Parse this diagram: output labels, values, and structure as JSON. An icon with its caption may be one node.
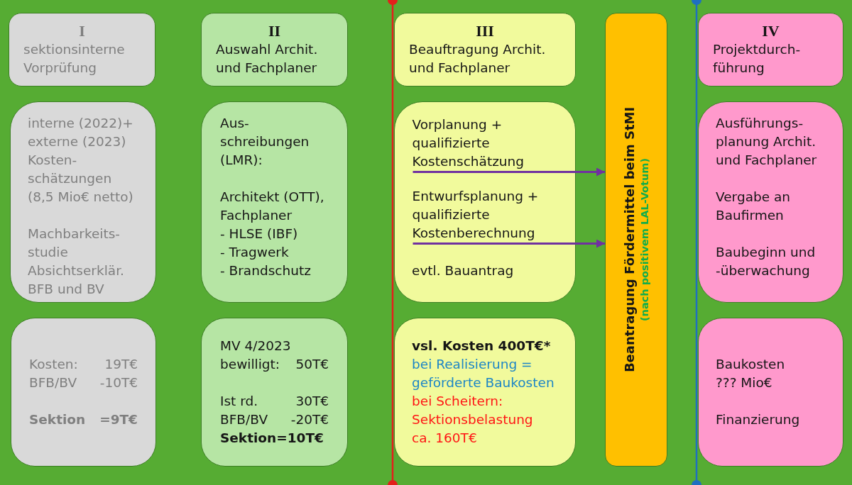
{
  "diagram": {
    "nodes": [
      {
        "text": [
          "I",
          "sektionsinterne Vorprüfung"
        ]
      },
      {
        "text": [
          "II",
          "Auswahl Archit. und Fachplaner"
        ]
      },
      {
        "text": [
          "III",
          "Beauftragung Archit. und Fachplaner"
        ]
      },
      {
        "text": [
          "Beantragung Fördermittel beim StMI",
          "(nach positivem LAL-Votum)"
        ]
      },
      {
        "text": [
          "IV",
          "Projektdurch- führung"
        ]
      },
      {
        "text": [
          "interne (2022)+ externe (2023) Kosten- schätzungen (8,5 Mio€ netto)",
          "Machbarkeits- studie Absichtserklär. BFB und BV"
        ]
      },
      {
        "text": [
          "Aus- schreibungen (LMR):",
          "Architekt (OTT), Fachplaner",
          "- HLSE (IBF)",
          "- Tragwerk",
          "- Brandschutz"
        ]
      },
      {
        "text": [
          "evtl. Bauantrag"
        ]
      },
      {
        "text": [
          "Vorplanung + qualifizierte Kostenschätzung"
        ],
        "in": 7
      },
      {
        "text": [
          "Entwurfsplanung + qualifizierte Kostenberechnung"
        ],
        "in": 7
      },
      {
        "text": [
          "Ausführungs- planung Archit. und Fachplaner",
          "Vergabe an Baufirmen",
          "Baubeginn und -überwachung"
        ]
      },
      {
        "text": [
          "Kosten:",
          "19T€",
          "BFB/BV",
          "-10T€",
          "Sektion",
          "=9T€"
        ]
      },
      {
        "text": [
          "MV 4/2023",
          "bewilligt:",
          "50T€",
          "Ist rd.",
          "30T€",
          "BFB/BV",
          "-20T€",
          "Sektion=10T€"
        ]
      },
      {
        "text": [
          "vsl. Kosten 400T€*",
          "bei Realisierung = geförderte Baukosten",
          "bei Scheitern: Sektionsbelastung ca. 160T€"
        ]
      },
      {
        "text": [
          "Baukosten ??? Mio€",
          "Finanzierung"
        ]
      }
    ],
    "edges": [
      {
        "from": 8,
        "to": 3,
        "arrow": "to"
      },
      {
        "from": 9,
        "to": 3,
        "arrow": "to"
      }
    ]
  }
}
